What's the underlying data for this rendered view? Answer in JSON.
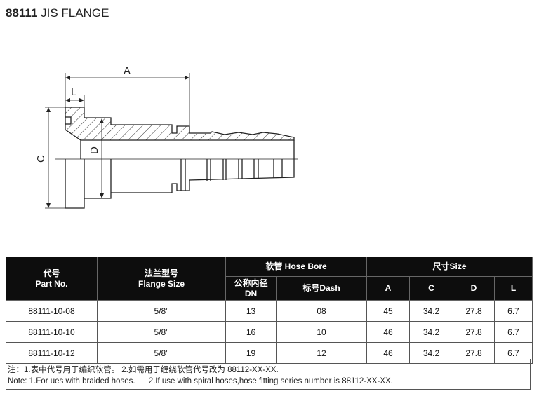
{
  "title": {
    "code": "88111",
    "name": "JIS FLANGE"
  },
  "drawing": {
    "labels": {
      "A": "A",
      "L": "L",
      "C": "C",
      "D": "D"
    }
  },
  "table": {
    "headers": {
      "part_cn": "代号",
      "part_en": "Part No.",
      "flange_cn": "法兰型号",
      "flange_en": "Flange Size",
      "hose": "软管 Hose Bore",
      "dn_cn": "公称内径",
      "dn_en": "DN",
      "dash": "标号Dash",
      "size": "尺寸Size",
      "A": "A",
      "C": "C",
      "D": "D",
      "L": "L"
    },
    "rows": [
      {
        "part": "88111-10-08",
        "flange": "5/8\"",
        "dn": "13",
        "dash": "08",
        "A": "45",
        "C": "34.2",
        "D": "27.8",
        "L": "6.7"
      },
      {
        "part": "88111-10-10",
        "flange": "5/8\"",
        "dn": "16",
        "dash": "10",
        "A": "46",
        "C": "34.2",
        "D": "27.8",
        "L": "6.7"
      },
      {
        "part": "88111-10-12",
        "flange": "5/8\"",
        "dn": "19",
        "dash": "12",
        "A": "46",
        "C": "34.2",
        "D": "27.8",
        "L": "6.7"
      }
    ]
  },
  "notes": {
    "cn": "注：1.表中代号用于编织软管。 2.如需用于缠绕软管代号改为 88112-XX-XX.",
    "en": "Note: 1.For ues with braided hoses.      2.If use with spiral hoses,hose fitting series number is 88112-XX-XX."
  }
}
